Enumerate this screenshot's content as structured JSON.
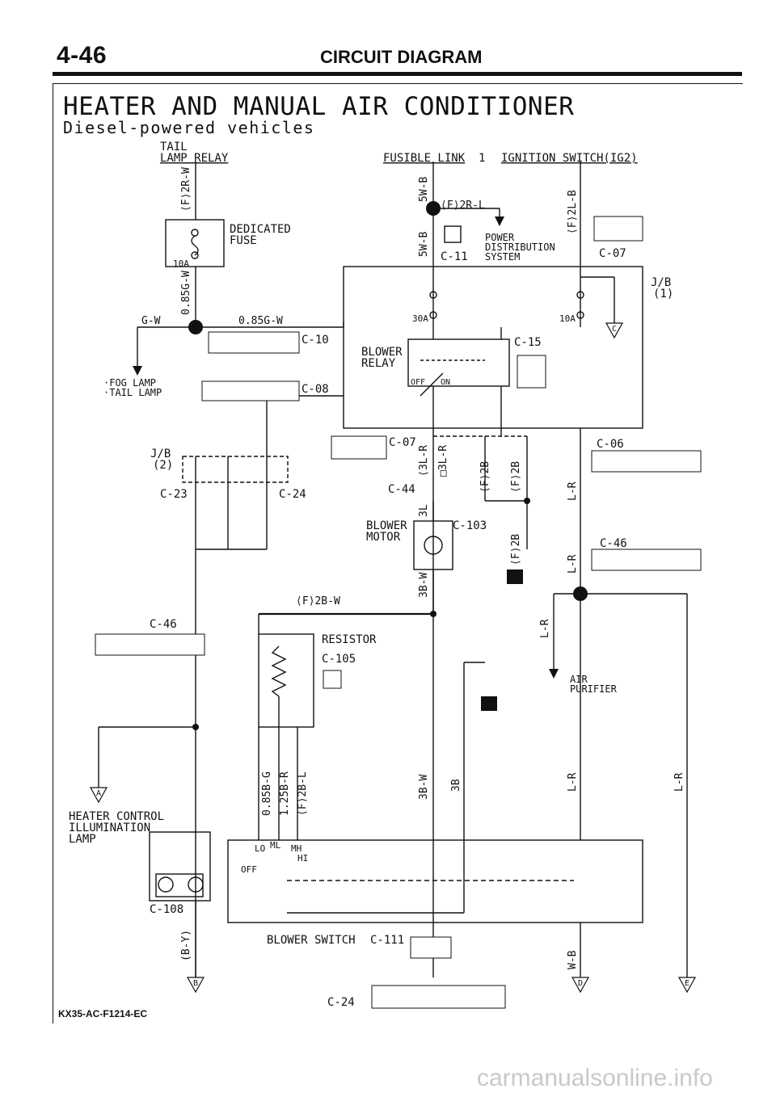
{
  "header": {
    "page_number": "4-46",
    "title": "CIRCUIT DIAGRAM"
  },
  "diagram": {
    "title": "HEATER AND MANUAL AIR CONDITIONER",
    "subtitle": "Diesel-powered vehicles",
    "components": {
      "tail_lamp_relay_1": "TAIL",
      "tail_lamp_relay_2": "LAMP RELAY",
      "fusible_link": "FUSIBLE LINK",
      "fusible_link_num": "1",
      "ignition_switch": "IGNITION SWITCH(IG2)",
      "dedicated_fuse_1": "DEDICATED",
      "dedicated_fuse_2": "FUSE",
      "power_dist_1": "POWER",
      "power_dist_2": "DISTRIBUTION",
      "power_dist_3": "SYSTEM",
      "jb1_1": "J/B",
      "jb1_2": "(1)",
      "jb2_1": "J/B",
      "jb2_2": "(2)",
      "blower_relay_1": "BLOWER",
      "blower_relay_2": "RELAY",
      "fog_lamp": "·FOG LAMP",
      "tail_lamp": "·TAIL LAMP",
      "blower_motor_1": "BLOWER",
      "blower_motor_2": "MOTOR",
      "resistor": "RESISTOR",
      "air_purifier_1": "AIR",
      "air_purifier_2": "PURIFIER",
      "heater_lamp_1": "HEATER CONTROL",
      "heater_lamp_2": "ILLUMINATION",
      "heater_lamp_3": "LAMP",
      "blower_switch": "BLOWER SWITCH",
      "relay_off": "OFF",
      "relay_on": "ON",
      "sw_lo": "LO",
      "sw_ml": "ML",
      "sw_mh": "MH",
      "sw_hi": "HI",
      "sw_off": "OFF"
    },
    "connectors": {
      "c10": "C-10",
      "c08": "C-08",
      "c11": "C-11",
      "c07": "C-07",
      "c15": "C-15",
      "c06": "C-06",
      "c44": "C-44",
      "c23": "C-23",
      "c24": "C-24",
      "c103": "C-103",
      "c46": "C-46",
      "c105": "C-105",
      "c108": "C-108",
      "c111": "C-111"
    },
    "wires": {
      "w_2rw": "⟨F⟩2R-W",
      "w_085gw_v": "0.85G-W",
      "w_gw": "G-W",
      "w_085gw_h": "0.85G-W",
      "w_5wb_1": "5W-B",
      "w_2rl": "⟨F⟩2R-L",
      "w_5wb_2": "5W-B",
      "w_2lb": "⟨F⟩2L-B",
      "w_3lr_1": "⟨3L-R",
      "w_3lr_2": "□3L-R",
      "w_2b_1": "⟨F⟩2B",
      "w_2b_2": "⟨F⟩2B",
      "w_2b_3": "⟨F⟩2B",
      "w_lr_1": "L-R",
      "w_3l": "3L",
      "w_lr_2": "L-R",
      "w_3bw_1": "3B-W",
      "w_2bw": "⟨F⟩2B-W",
      "w_lr_3": "L-R",
      "w_085bg": "0.85B-G",
      "w_125br": "1.25B-R",
      "w_2bl": "⟨F⟩2B-L",
      "w_3bw_2": "3B-W",
      "w_3b": "3B",
      "w_lr_4": "L-R",
      "w_lr_5": "L-R",
      "w_by": "(B-Y)",
      "w_wb": "W-B"
    },
    "ratings": {
      "f8": "10A",
      "f11": "30A",
      "f13": "10A"
    },
    "markers": {
      "a": "A",
      "b": "B",
      "c": "C",
      "d": "D",
      "e": "E"
    }
  },
  "footer": {
    "doc_code": "KX35-AC-F1214-EC",
    "watermark": "carmanualsonline.info"
  }
}
